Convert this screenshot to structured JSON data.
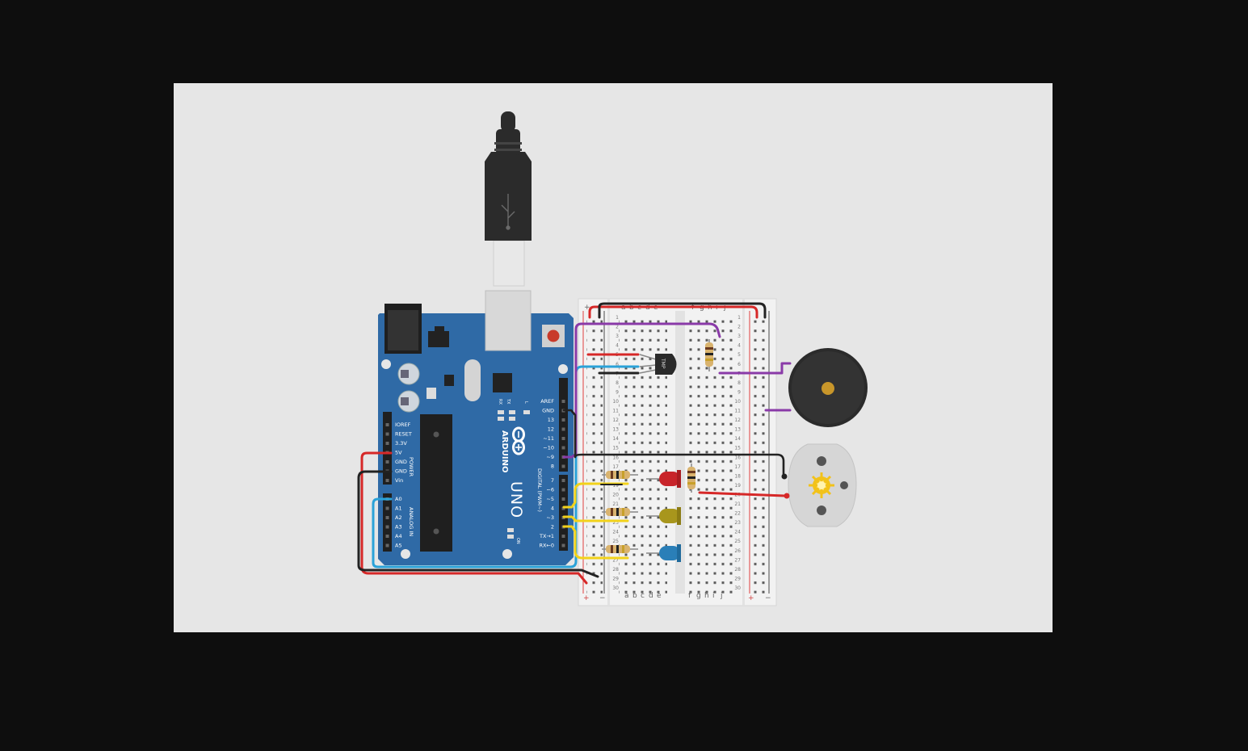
{
  "arduino": {
    "brand": "ARDUINO",
    "model": "UNO",
    "power_section": "POWER",
    "analog_section": "ANALOG IN",
    "digital_section": "DIGITAL (PWM~)",
    "on_led_label": "ON",
    "tx_label": "TX",
    "rx_label": "RX",
    "l_label": "L",
    "power_pins": [
      "IOREF",
      "RESET",
      "3.3V",
      "5V",
      "GND",
      "GND",
      "Vin"
    ],
    "analog_pins": [
      "A0",
      "A1",
      "A2",
      "A3",
      "A4",
      "A5"
    ],
    "digital_pins_upper": [
      "AREF",
      "GND",
      "13",
      "12",
      "~11",
      "~10",
      "~9",
      "8"
    ],
    "digital_pins_lower": [
      "7",
      "~6",
      "~5",
      "4",
      "~3",
      "2",
      "TX→1",
      "RX←0"
    ]
  },
  "breadboard": {
    "columns_left": [
      "a",
      "b",
      "c",
      "d",
      "e"
    ],
    "columns_right": [
      "f",
      "g",
      "h",
      "i",
      "j"
    ],
    "rows": 30,
    "plus": "+",
    "minus": "−"
  },
  "sensor": {
    "label": "TMP"
  },
  "leds": [
    {
      "color": "#c8242a"
    },
    {
      "color": "#a8961c"
    },
    {
      "color": "#2a7fb8"
    }
  ],
  "colors": {
    "board": "#2f6aa6",
    "wire_red": "#d62828",
    "wire_black": "#222222",
    "wire_blue": "#2aa2d8",
    "wire_purple": "#8a3aa8",
    "wire_yellow": "#f2d21a"
  }
}
